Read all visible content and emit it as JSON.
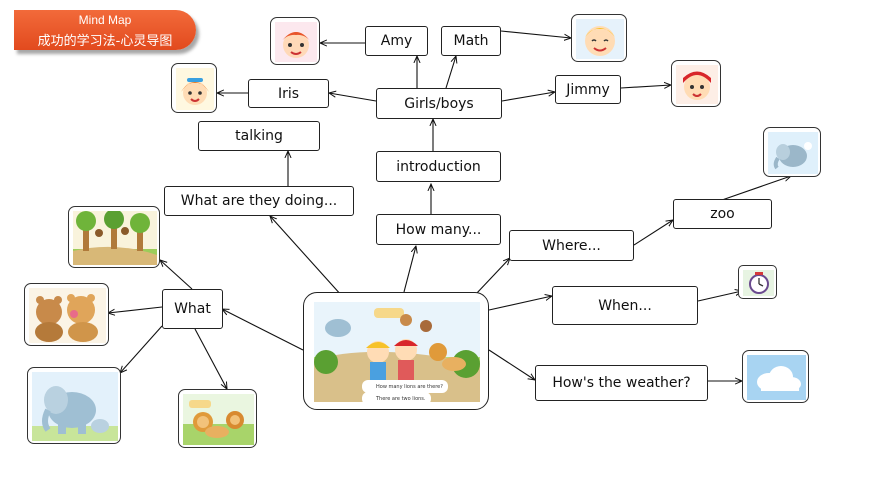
{
  "banner": {
    "title": "Mind Map",
    "subtitle": "成功的学习法-心灵导图"
  },
  "nodes": {
    "amy": "Amy",
    "math": "Math",
    "iris": "Iris",
    "girls_boys": "Girls/boys",
    "jimmy": "Jimmy",
    "talking": "talking",
    "introduction": "introduction",
    "what_doing": "What are they doing...",
    "how_many": "How many...",
    "zoo": "zoo",
    "where": "Where...",
    "what": "What",
    "when": "When...",
    "weather": "How's the weather?"
  },
  "center_image": {
    "speech_1": "How many lions are there?",
    "speech_2": "There are two lions."
  },
  "colors": {
    "banner": "#ee5a2a",
    "border": "#222222",
    "arrow": "#111111"
  }
}
